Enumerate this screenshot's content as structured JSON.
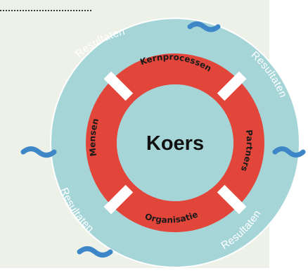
{
  "center": {
    "label": "Koers"
  },
  "red_ring": {
    "top": "Kernprocessen",
    "right": "Partners",
    "bottom": "Organisatie",
    "left": "Mensen"
  },
  "outer_ring": {
    "top_left": "Resultaten",
    "top_right": "Resultaten",
    "bottom_left": "Resultaten",
    "bottom_right": "Resultaten"
  },
  "colors": {
    "panel": "#eef1e8",
    "ring_teal": "#a6d5d8",
    "ring_red": "#e2463b",
    "wave_blue": "#3d86c8",
    "separator": "#ffffff"
  },
  "icons": [
    "wave-icon"
  ]
}
